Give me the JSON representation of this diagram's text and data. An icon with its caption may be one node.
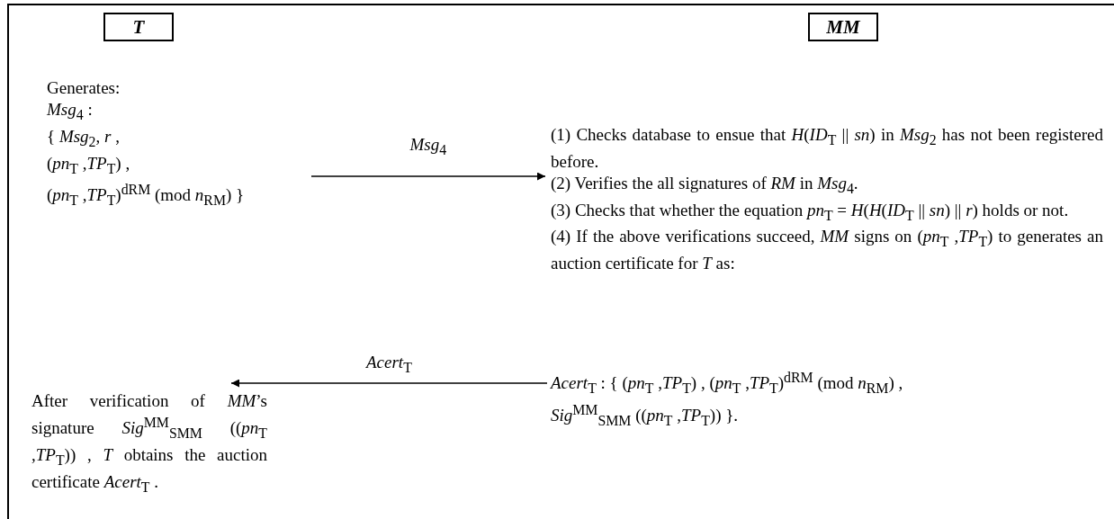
{
  "diagram": {
    "nodes": [
      {
        "text": [
          "*T*"
        ]
      },
      {
        "text": [
          "*MM*"
        ]
      },
      {
        "text": [
          "Generates:",
          "*Msg*$_{4}$ :",
          "{ *Msg*$_{2}$,  *r* ,",
          "(*pn*$_{T}$ ,*TP*$_{T}$) ,",
          "(*pn*$_{T}$ ,*TP*$_{T}$)$^{dRM}$ (mod *n*$_{RM}$) }"
        ]
      },
      {
        "text": [
          "(1) Checks database to ensue that *H*(*ID*$_{T}$ || *sn*) in *Msg*$_{2}$ has not been registered before.",
          "(2) Verifies the all signatures of *RM* in *Msg*$_{4}$.",
          "(3) Checks that whether the equation *pn*$_{T}$ = *H*(*H*(*ID*$_{T}$ || *sn*) || *r*) holds or not.",
          "(4) If the above verifications succeed, *MM* signs on (*pn*$_{T}$ ,*TP*$_{T}$) to generates an auction certificate for *T* as:"
        ]
      },
      {
        "text": [
          "*Acert*$_{T}$ : { (*pn*$_{T}$ ,*TP*$_{T}$) , (*pn*$_{T}$ ,*TP*$_{T}$)$^{dRM}$ (mod *n*$_{RM}$) , *Sig*$^{MM}$$_{SMM}$ ((*pn*$_{T}$ ,*TP*$_{T}$)) }."
        ]
      },
      {
        "text": [
          "After verification of *MM*’s signature *Sig*$^{MM}$$_{SMM}$ ((*pn*$_{T}$ ,*TP*$_{T}$)) , *T* obtains the auction certificate *Acert*$_{T}$ ."
        ]
      }
    ],
    "edges": [
      {
        "from": 2,
        "to": 3,
        "arrow": "to",
        "label": "*Msg*$_{4}$"
      },
      {
        "from": 4,
        "to": 5,
        "arrow": "to",
        "label": "*Acert*$_{T}$"
      }
    ]
  }
}
